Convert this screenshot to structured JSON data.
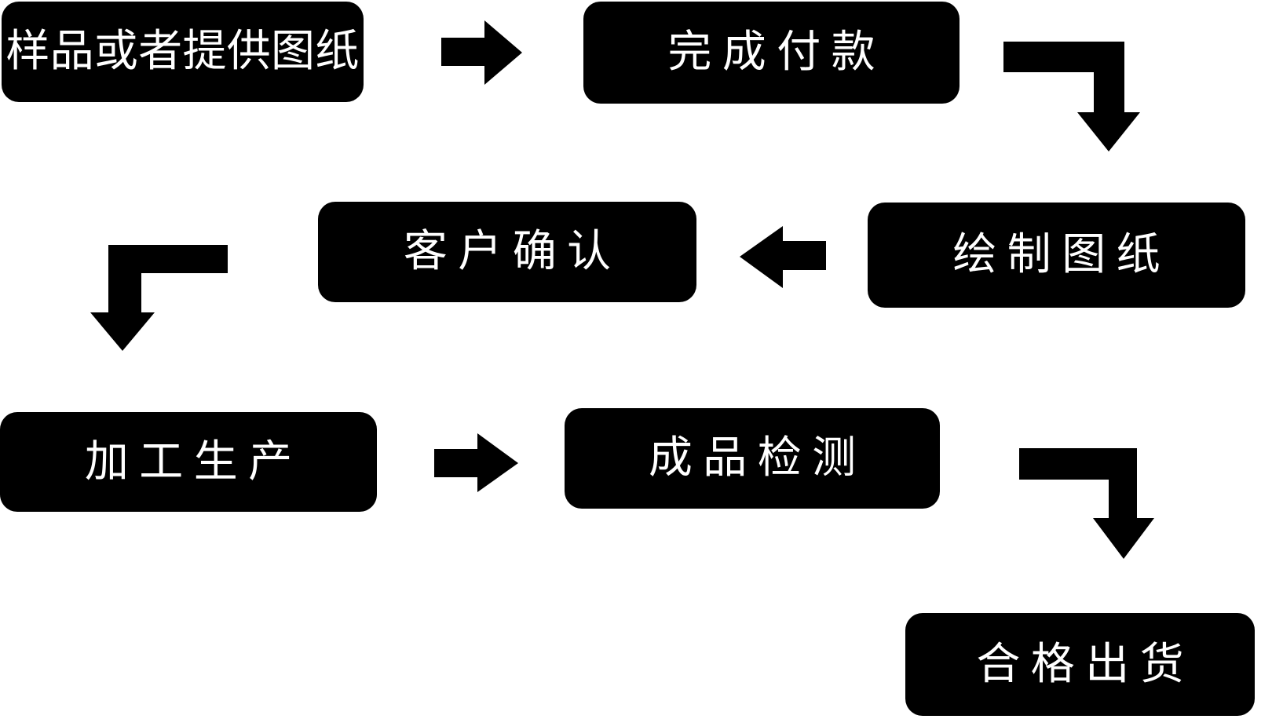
{
  "colors": {
    "background": "#ffffff",
    "node_fill": "#000000",
    "node_text": "#ffffff",
    "arrow": "#000000"
  },
  "flowchart": {
    "steps": [
      {
        "id": "sample",
        "label": "样品或者提供图纸"
      },
      {
        "id": "payment",
        "label": "完成付款"
      },
      {
        "id": "drawing",
        "label": "绘制图纸"
      },
      {
        "id": "confirm",
        "label": "客户确认"
      },
      {
        "id": "production",
        "label": "加工生产"
      },
      {
        "id": "inspection",
        "label": "成品检测"
      },
      {
        "id": "shipment",
        "label": "合格出货"
      }
    ],
    "connections": [
      {
        "from": "样品或者提供图纸",
        "to": "完成付款",
        "type": "arrow-right"
      },
      {
        "from": "完成付款",
        "to": "绘制图纸",
        "type": "elbow-down-right"
      },
      {
        "from": "绘制图纸",
        "to": "客户确认",
        "type": "arrow-left"
      },
      {
        "from": "客户确认",
        "to": "加工生产",
        "type": "elbow-down-left"
      },
      {
        "from": "加工生产",
        "to": "成品检测",
        "type": "arrow-right"
      },
      {
        "from": "成品检测",
        "to": "合格出货",
        "type": "elbow-down-right"
      }
    ]
  }
}
